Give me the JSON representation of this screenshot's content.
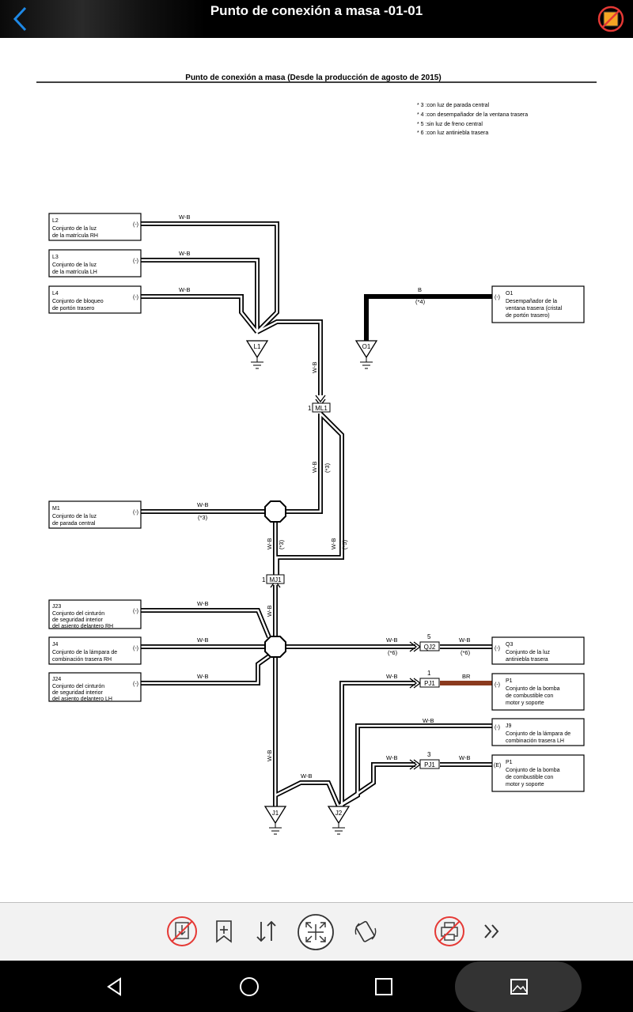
{
  "header": {
    "title": "Punto de conexión a masa -01-01"
  },
  "doc": {
    "heading": "Punto de conexión a masa (Desde la producción de agosto de 2015)",
    "notes": [
      "* 3 :con luz de parada central",
      "* 4 :con desempañador de la ventana trasera",
      "* 5 :sin luz de freno central",
      "* 6 :con luz antiniebla trasera"
    ],
    "components": {
      "l2": {
        "code": "L2",
        "line1": "Conjunto de la luz",
        "line2": "de la matrícula RH",
        "line3": "",
        "pin": "(-)"
      },
      "l3": {
        "code": "L3",
        "line1": "Conjunto de la luz",
        "line2": "de la matrícula LH",
        "line3": "",
        "pin": "(-)"
      },
      "l4": {
        "code": "L4",
        "line1": "Conjunto de bloqueo",
        "line2": "de portón trasero",
        "line3": "",
        "pin": "(-)"
      },
      "o1": {
        "code": "O1",
        "line1": "Desempañador de la",
        "line2": "ventana trasera (cristal",
        "line3": "de portón trasero)",
        "pin": "(-)"
      },
      "m1": {
        "code": "M1",
        "line1": "Conjunto de la luz",
        "line2": "de parada central",
        "line3": "",
        "pin": "(-)"
      },
      "j23": {
        "code": "J23",
        "line1": "Conjunto del cinturón",
        "line2": "de seguridad interior",
        "line3": "del asiento delantero RH",
        "pin": "(-)"
      },
      "j4": {
        "code": "J4",
        "line1": "Conjunto de la lámpara de",
        "line2": "combinación trasera RH",
        "line3": "",
        "pin": "(-)"
      },
      "j24": {
        "code": "J24",
        "line1": "Conjunto del cinturón",
        "line2": "de seguridad interior",
        "line3": "del asiento delantero LH",
        "pin": "(-)"
      },
      "q3": {
        "code": "Q3",
        "line1": "Conjunto de la luz",
        "line2": "antiniebla trasera",
        "line3": "",
        "pin": "(-)"
      },
      "p1a": {
        "code": "P1",
        "line1": "Conjunto de la bomba",
        "line2": "de combustible con",
        "line3": "motor y soporte",
        "pin": "(-)"
      },
      "j9": {
        "code": "J9",
        "line1": "Conjunto de la lámpara de",
        "line2": "combinación trasera LH",
        "line3": "",
        "pin": "(-)"
      },
      "p1b": {
        "code": "P1",
        "line1": "Conjunto de la bomba",
        "line2": "de combustible con",
        "line3": "motor y soporte",
        "pin": "(E)"
      }
    },
    "wire": {
      "wb": "W-B",
      "b": "B",
      "br": "BR"
    },
    "note_refs": {
      "n3": "(*3)",
      "n4": "(*4)",
      "n5": "(*5)",
      "n6": "(*6)"
    },
    "connectors": {
      "ml1": {
        "label": "ML1",
        "pin": "1"
      },
      "mj1": {
        "label": "MJ1",
        "pin": "1"
      },
      "qj2": {
        "label": "QJ2",
        "pin": "5"
      },
      "pj1a": {
        "label": "PJ1",
        "pin": "1"
      },
      "pj1b": {
        "label": "PJ1",
        "pin": "3"
      }
    },
    "grounds": {
      "l1": "L1",
      "o1": "O1",
      "j1": "J1",
      "j2": "J2"
    }
  },
  "toolbar": {
    "icons": [
      "save-disabled-icon",
      "bookmark-add-icon",
      "sort-icon",
      "fit-screen-icon",
      "rotate-icon",
      "print-disabled-icon",
      "more-icon"
    ]
  },
  "colors": {
    "ground_wire_B": "#000000",
    "wire_BR": "#8b3a1e",
    "topbar": "#000000",
    "back_arrow": "#1e88e5",
    "disabled_red": "#e53935"
  }
}
